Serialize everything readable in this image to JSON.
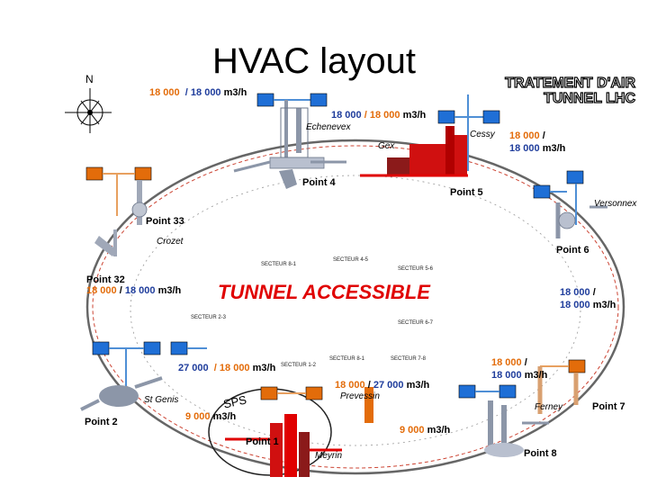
{
  "title": "HVAC layout",
  "header": {
    "line1": "TRATEMENT D'AIR",
    "line2": "TUNNEL LHC"
  },
  "compass": {
    "north": "N"
  },
  "accessible_label": "TUNNEL ACCESSIBLE",
  "sps_label": "SPS",
  "points": {
    "p1": "Point 1",
    "p2": "Point 2",
    "p32": "Point 32",
    "p33": "Point 33",
    "p4": "Point 4",
    "p5": "Point 5",
    "p6": "Point 6",
    "p7": "Point 7",
    "p8": "Point 8"
  },
  "locations": {
    "echenevex": "Echenevex",
    "gex": "Gex",
    "cessy": "Cessy",
    "crozet": "Crozet",
    "versonnex": "Versonnex",
    "stgenis": "St Genis",
    "prevessin": "Prevessin",
    "ferney": "Ferney",
    "meyrin": "Meyrin"
  },
  "flows": {
    "top_left": {
      "a": "18 000",
      "sep": "/",
      "b": "18 000",
      "unit": "m3/h"
    },
    "top_mid": {
      "a": "18 000",
      "sep": "/",
      "b": "18 000",
      "unit": "m3/h"
    },
    "top_right": {
      "a": "18 000",
      "sep": "/",
      "b": "18 000",
      "unit": "m3/h"
    },
    "left_mid": {
      "a": "18 000",
      "sep": "/",
      "b": "18 000",
      "unit": "m3/h"
    },
    "right_mid": {
      "a": "18 000",
      "sep": "/",
      "b": "18 000",
      "unit": "m3/h"
    },
    "bottom_left": {
      "a": "27 000",
      "sep": "/",
      "b": "18 000",
      "unit": "m3/h"
    },
    "bottom_right": {
      "a": "18 000",
      "sep": "/",
      "b": "18 000",
      "unit": "m3/h"
    },
    "bottom_center": {
      "a": "18 000",
      "sep": "/",
      "b": "27 000",
      "unit": "m3/h"
    },
    "sps_flow": {
      "value": "9 000",
      "unit": "m3/h"
    },
    "p8_flow": {
      "value": "9 000",
      "unit": "m3/h"
    }
  },
  "sectors": {
    "s81": "SECTEUR 8-1",
    "s45": "SECTEUR 4-5",
    "s56": "SECTEUR 5-6",
    "s23": "SECTEUR 2-3",
    "s67": "SECTEUR 6-7",
    "s81b": "SECTEUR 8-1",
    "s78": "SECTEUR 7-8",
    "s12": "SECTEUR 1-2"
  },
  "colors": {
    "orange": "#e36c0a",
    "blue": "#1f3d9c",
    "red": "#e00000",
    "ring": "#555555",
    "duct_orange": "#e8a060",
    "duct_blue": "#4f8fd6",
    "equipment_grey": "#8c96a8",
    "dark_red": "#8b1a1a"
  }
}
